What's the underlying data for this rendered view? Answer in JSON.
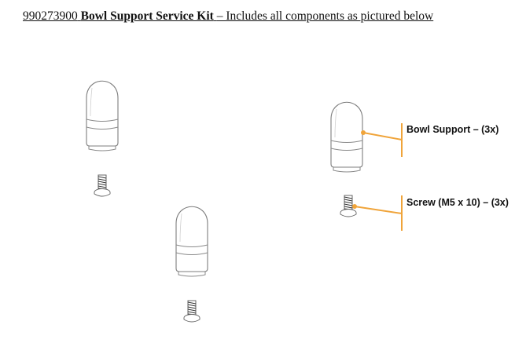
{
  "header": {
    "part_number": "990273900",
    "kit_name": "Bowl Support Service Kit",
    "description": "– Includes all components as pictured below"
  },
  "callouts": {
    "bowl_support_label": "Bowl Support – (3x)",
    "screw_label": "Screw (M5 x 10) – (3x)"
  },
  "colors": {
    "callout_line": "#F0A43A",
    "outline": "#8a8a8a"
  },
  "icons": [
    "bowl-support-part",
    "screw-part"
  ]
}
